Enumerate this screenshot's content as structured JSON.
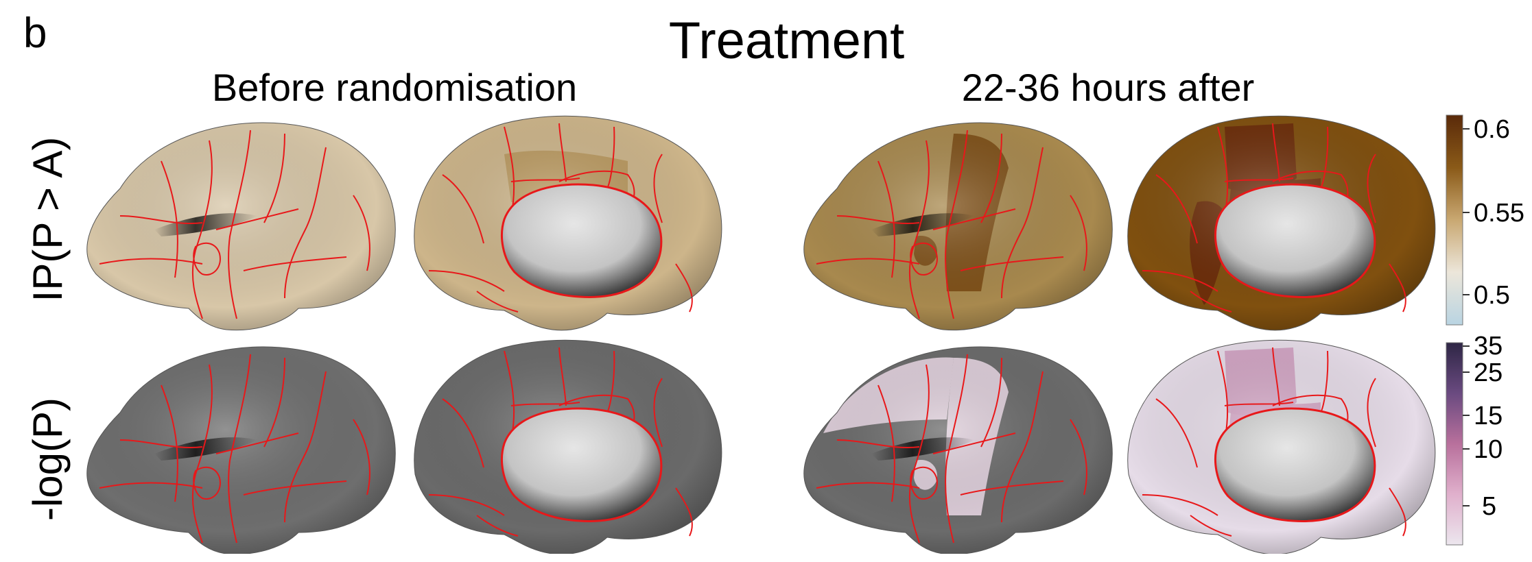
{
  "figure": {
    "panel_letter": "b",
    "title": "Treatment",
    "columns": [
      {
        "label": "Before randomisation"
      },
      {
        "label": "22-36 hours after"
      }
    ],
    "rows": [
      {
        "label": "IP(P > A)"
      },
      {
        "label": "-log(P)"
      }
    ]
  },
  "colorbars": {
    "probability": {
      "ticks": [
        "0.6",
        "0.55",
        "0.5"
      ],
      "colors": [
        "#5a2a0a",
        "#8a5a18",
        "#c9a872",
        "#ece6da",
        "#b9d4e2"
      ]
    },
    "neglogp": {
      "ticks": [
        "35",
        "25",
        "15",
        "10",
        "5"
      ],
      "colors": [
        "#2e2645",
        "#6a4a80",
        "#b8709c",
        "#e0b0cc",
        "#ece6ee"
      ]
    }
  },
  "colors": {
    "boundary": "#e8181a",
    "cortex_gray": "#6e6e6e",
    "wall_gray": "#c8c8c8"
  }
}
